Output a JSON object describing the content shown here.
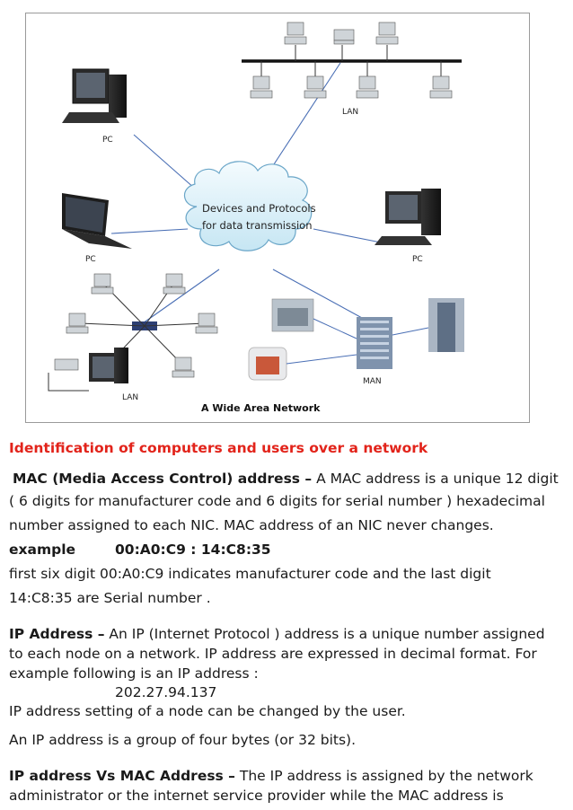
{
  "figure": {
    "cloud_line1": "Devices and Protocols",
    "cloud_line2": "for data transmission",
    "label_lan_top": "LAN",
    "label_pc_left_top": "PC",
    "label_pc_left_mid": "PC",
    "label_pc_right": "PC",
    "label_lan_bottom": "LAN",
    "label_man": "MAN",
    "caption": "A Wide Area Network"
  },
  "heading": "Identification of computers and users over a network",
  "mac": {
    "title": "MAC (Media Access Control) address –",
    "line1_rest": " A MAC address is a unique 12 digit",
    "line2": "( 6 digits for manufacturer code and 6 digits for serial number ) hexadecimal",
    "line3": "number assigned to each NIC. MAC address of an NIC never changes.",
    "example_label": "example",
    "example_value": "00:A0:C9 : 14:C8:35",
    "line5": " first six digit 00:A0:C9 indicates manufacturer code and the last digit",
    "line6": "14:C8:35 are Serial number ."
  },
  "ip": {
    "title": "IP Address –",
    "line1_rest": " An IP (Internet Protocol ) address is a unique number assigned",
    "line2": "to each node on a network. IP address are expressed in decimal format. For",
    "line3": "example following is an IP address :",
    "example": "202.27.94.137",
    "line5": "IP address setting of a node can be changed by the user.",
    "line6": "An IP address is a group of four bytes (or 32 bits)."
  },
  "ipvsmac": {
    "title": "IP address Vs MAC Address –",
    "line1_rest": " The IP address is assigned by the network",
    "line2": "administrator or the internet service provider while the MAC address is"
  },
  "colors": {
    "heading": "#e2231a",
    "text": "#1a1a1a"
  }
}
